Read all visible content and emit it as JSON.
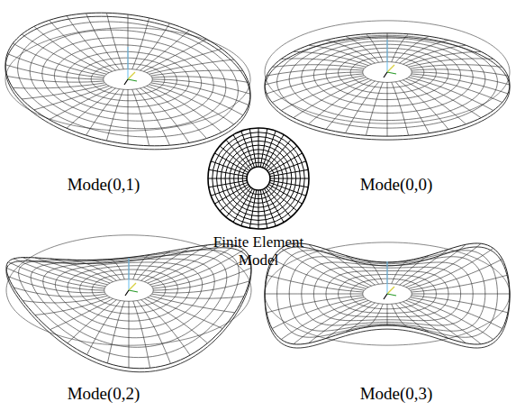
{
  "diagram": {
    "labels": [
      "Mode(0,1)",
      "Mode(0,0)",
      "Finite Element Model",
      "Mode(0,2)",
      "Mode(0,3)"
    ]
  }
}
